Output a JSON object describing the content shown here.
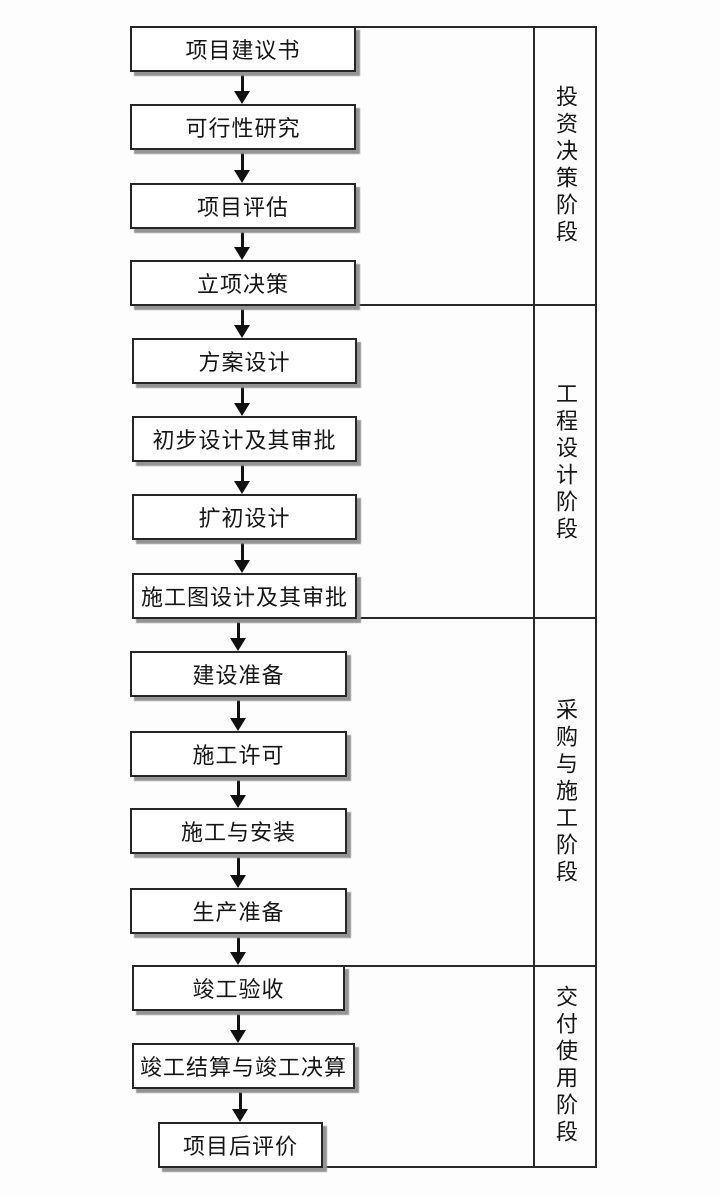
{
  "flowchart": {
    "nodes": [
      "项目建议书",
      "可行性研究",
      "项目评估",
      "立项决策",
      "方案设计",
      "初步设计及其审批",
      "扩初设计",
      "施工图设计及其审批",
      "建设准备",
      "施工许可",
      "施工与安装",
      "生产准备",
      "竣工验收",
      "竣工结算与竣工决算",
      "项目后评价"
    ],
    "stages": [
      {
        "label": "投资决策阶段",
        "node_indexes": [
          0,
          1,
          2,
          3
        ]
      },
      {
        "label": "工程设计阶段",
        "node_indexes": [
          4,
          5,
          6,
          7
        ]
      },
      {
        "label": "采购与施工阶段",
        "node_indexes": [
          8,
          9,
          10,
          11
        ]
      },
      {
        "label": "交付使用阶段",
        "node_indexes": [
          12,
          13,
          14
        ]
      }
    ],
    "colors": {
      "line": "#262626",
      "box_fill": "#ffffff",
      "box_shadow": "#949494",
      "text": "#151515",
      "background": "#fdfdfd"
    }
  }
}
